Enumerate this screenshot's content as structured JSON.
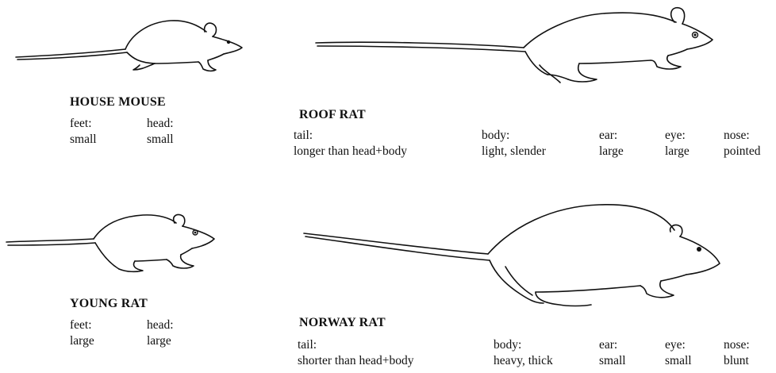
{
  "animals": {
    "house_mouse": {
      "name": "HOUSE MOUSE",
      "traits": [
        {
          "label": "feet:",
          "value": "small"
        },
        {
          "label": "head:",
          "value": "small"
        }
      ]
    },
    "roof_rat": {
      "name": "ROOF RAT",
      "traits": [
        {
          "label": "tail:",
          "value": "longer than head+body"
        },
        {
          "label": "body:",
          "value": "light, slender"
        },
        {
          "label": "ear:",
          "value": "large"
        },
        {
          "label": "eye:",
          "value": "large"
        },
        {
          "label": "nose:",
          "value": "pointed"
        }
      ]
    },
    "young_rat": {
      "name": "YOUNG RAT",
      "traits": [
        {
          "label": "feet:",
          "value": "large"
        },
        {
          "label": "head:",
          "value": "large"
        }
      ]
    },
    "norway_rat": {
      "name": "NORWAY RAT",
      "traits": [
        {
          "label": "tail:",
          "value": "shorter than head+body"
        },
        {
          "label": "body:",
          "value": "heavy, thick"
        },
        {
          "label": "ear:",
          "value": "small"
        },
        {
          "label": "eye:",
          "value": "small"
        },
        {
          "label": "nose:",
          "value": "blunt"
        }
      ]
    }
  }
}
